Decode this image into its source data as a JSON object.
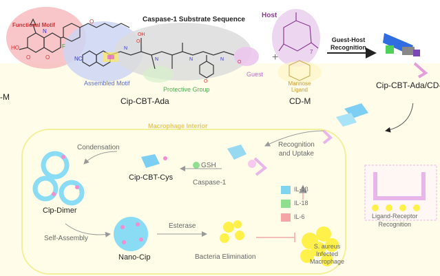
{
  "top": {
    "header": "Caspase-1 Substrate Sequence",
    "host": "Host",
    "functional_motif": "Functional Motif",
    "assembled_motif": "Assembled Motif",
    "protective_group": "Protective Group",
    "guest": "Guest",
    "mannose_ligand": "Mannose Ligand",
    "cip_cbt_ada": "Cip-CBT-Ada",
    "cd_m": "CD-M",
    "left_partial": "-M",
    "guest_host_recognition": "Guest-Host\nRecognition",
    "complex": "Cip-CBT-Ada/CD-",
    "n7": "7"
  },
  "cell": {
    "macrophage_header": "Macrophage Interior",
    "recognition_uptake": "Recognition\nand Uptake",
    "gsh": "GSH",
    "cip_cbt_cys": "Cip-CBT-Cys",
    "caspase1": "Caspase-1",
    "condensation": "Condensation",
    "cip_dimer": "Cip-Dimer",
    "self_assembly": "Self-Assembly",
    "esterase": "Esterase",
    "nano_cip": "Nano-Cip",
    "bacteria_elimination": "Bacteria Elimination",
    "saureus": "S. aureus\nInfected\nMacrophage",
    "ligand_receptor": "Ligand-Receptor\nRecognition",
    "cytokines": [
      {
        "label": "IL-1β",
        "color": "#7fd4f0"
      },
      {
        "label": "IL-18",
        "color": "#8ee08e"
      },
      {
        "label": "IL-6",
        "color": "#f4a6a6"
      }
    ]
  },
  "colors": {
    "functional": "#f2a8ad",
    "assembled": "#c9d3f0",
    "caspase": "#d9d9d9",
    "host": "#e6bde9",
    "pink": "#f58ccf",
    "cyan": "#55d0f2",
    "yellow": "#fff14a",
    "cell_bg": "#fffde8"
  }
}
